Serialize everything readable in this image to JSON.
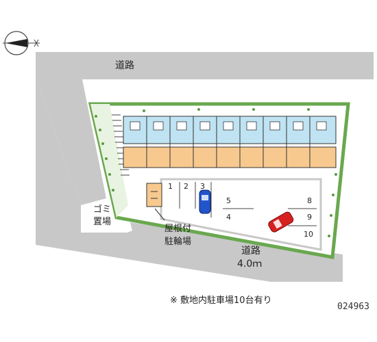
{
  "map": {
    "road_top_label": "道路",
    "road_bottom_label": "道路",
    "road_bottom_width": "4.0ｍ",
    "garbage_label_line1": "ゴミ",
    "garbage_label_line2": "置場",
    "bicycle_label_line1": "屋根付",
    "bicycle_label_line2": "駐輪場",
    "parking_numbers": [
      "1",
      "2",
      "3",
      "4",
      "5",
      "8",
      "9",
      "10"
    ],
    "footnote": "※ 敷地内駐車場10台有り",
    "code": "024963",
    "compass": "north-arrow-icon"
  },
  "colors": {
    "road": "#c8c8c8",
    "greenery": "#6aa84f",
    "unit_blue": "#bfe3f2",
    "unit_orange": "#f7c98f",
    "lot": "#ffffff",
    "car_blue": "#2255cc",
    "car_red": "#d62020"
  }
}
